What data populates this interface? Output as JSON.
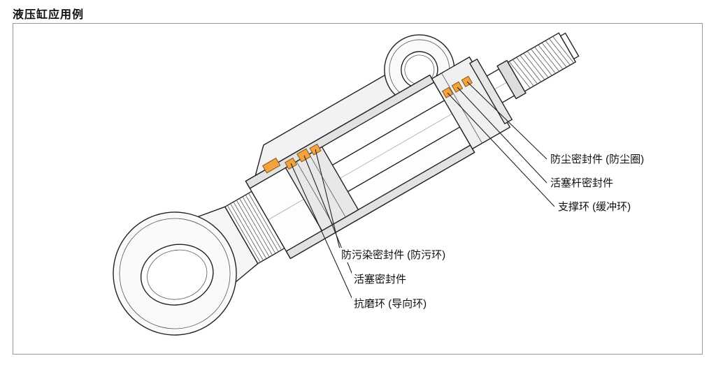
{
  "page": {
    "title": "液压缸应用例"
  },
  "diagram": {
    "accent_color": "#F2A340",
    "line_color": "#222222",
    "labels": {
      "dust_seal": "防尘密封件 (防尘圈)",
      "rod_seal": "活塞杆密封件",
      "support_ring": "支撑环 (缓冲环)",
      "contamination_seal": "防污染密封件 (防污环)",
      "piston_seal": "活塞密封件",
      "wear_ring": "抗磨环 (导向环)"
    }
  }
}
